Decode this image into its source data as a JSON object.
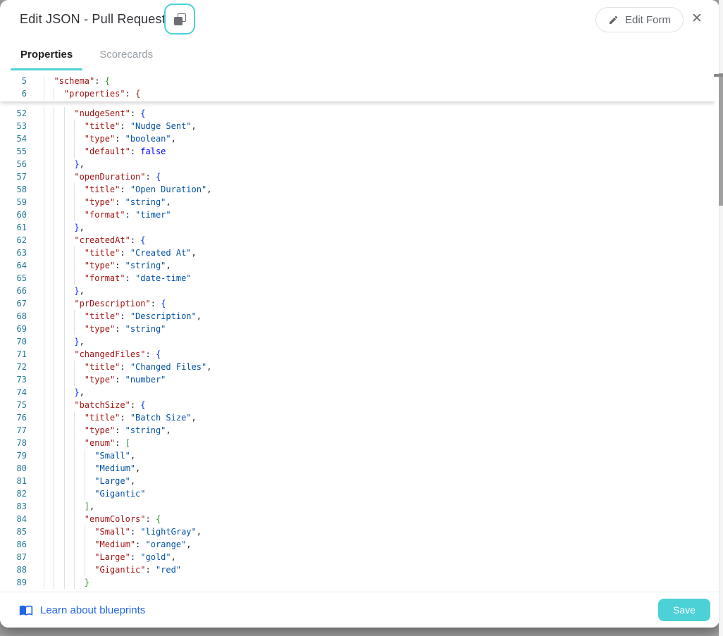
{
  "header": {
    "title": "Edit JSON - Pull Request",
    "edit_form_label": "Edit Form",
    "close_glyph": "✕"
  },
  "icons": {
    "copy": "copy-icon (two overlapping squares)",
    "pencil": "pencil-icon",
    "close": "close-icon",
    "book": "open-book-icon"
  },
  "tabs": [
    {
      "label": "Properties",
      "active": true
    },
    {
      "label": "Scorecards",
      "active": false
    }
  ],
  "footer": {
    "link_label": "Learn about blueprints",
    "save_label": "Save"
  },
  "colors": {
    "accent": "#4bd1d6",
    "link": "#2166e8",
    "ln": "#237893",
    "key": "#a31515",
    "str": "#0451a5",
    "kw": "#0000ff",
    "pn": "#1b1b1b",
    "bb": "#0431fa",
    "bgn": "#319331",
    "bw": "#7b3814",
    "guide": "#e0e0e0"
  },
  "editor": {
    "sticky_lines": [
      {
        "n": 5,
        "tokens": [
          [
            "  ",
            "ws"
          ],
          [
            "\"schema\"",
            "key"
          ],
          [
            ": ",
            "pn"
          ],
          [
            "{",
            "bgn"
          ]
        ]
      },
      {
        "n": 6,
        "tokens": [
          [
            "    ",
            "ws"
          ],
          [
            "\"properties\"",
            "key"
          ],
          [
            ": ",
            "pn"
          ],
          [
            "{",
            "bw"
          ]
        ]
      }
    ],
    "lines": [
      {
        "n": 52,
        "tokens": [
          [
            "      ",
            "ws"
          ],
          [
            "\"nudgeSent\"",
            "key"
          ],
          [
            ": ",
            "pn"
          ],
          [
            "{",
            "bb"
          ]
        ]
      },
      {
        "n": 53,
        "tokens": [
          [
            "        ",
            "ws"
          ],
          [
            "\"title\"",
            "key"
          ],
          [
            ": ",
            "pn"
          ],
          [
            "\"Nudge Sent\"",
            "str"
          ],
          [
            ",",
            "pn"
          ]
        ]
      },
      {
        "n": 54,
        "tokens": [
          [
            "        ",
            "ws"
          ],
          [
            "\"type\"",
            "key"
          ],
          [
            ": ",
            "pn"
          ],
          [
            "\"boolean\"",
            "str"
          ],
          [
            ",",
            "pn"
          ]
        ]
      },
      {
        "n": 55,
        "tokens": [
          [
            "        ",
            "ws"
          ],
          [
            "\"default\"",
            "key"
          ],
          [
            ": ",
            "pn"
          ],
          [
            "false",
            "kw"
          ]
        ]
      },
      {
        "n": 56,
        "tokens": [
          [
            "      ",
            "ws"
          ],
          [
            "}",
            "bb"
          ],
          [
            ",",
            "pn"
          ]
        ]
      },
      {
        "n": 57,
        "tokens": [
          [
            "      ",
            "ws"
          ],
          [
            "\"openDuration\"",
            "key"
          ],
          [
            ": ",
            "pn"
          ],
          [
            "{",
            "bb"
          ]
        ]
      },
      {
        "n": 58,
        "tokens": [
          [
            "        ",
            "ws"
          ],
          [
            "\"title\"",
            "key"
          ],
          [
            ": ",
            "pn"
          ],
          [
            "\"Open Duration\"",
            "str"
          ],
          [
            ",",
            "pn"
          ]
        ]
      },
      {
        "n": 59,
        "tokens": [
          [
            "        ",
            "ws"
          ],
          [
            "\"type\"",
            "key"
          ],
          [
            ": ",
            "pn"
          ],
          [
            "\"string\"",
            "str"
          ],
          [
            ",",
            "pn"
          ]
        ]
      },
      {
        "n": 60,
        "tokens": [
          [
            "        ",
            "ws"
          ],
          [
            "\"format\"",
            "key"
          ],
          [
            ": ",
            "pn"
          ],
          [
            "\"timer\"",
            "str"
          ]
        ]
      },
      {
        "n": 61,
        "tokens": [
          [
            "      ",
            "ws"
          ],
          [
            "}",
            "bb"
          ],
          [
            ",",
            "pn"
          ]
        ]
      },
      {
        "n": 62,
        "tokens": [
          [
            "      ",
            "ws"
          ],
          [
            "\"createdAt\"",
            "key"
          ],
          [
            ": ",
            "pn"
          ],
          [
            "{",
            "bb"
          ]
        ]
      },
      {
        "n": 63,
        "tokens": [
          [
            "        ",
            "ws"
          ],
          [
            "\"title\"",
            "key"
          ],
          [
            ": ",
            "pn"
          ],
          [
            "\"Created At\"",
            "str"
          ],
          [
            ",",
            "pn"
          ]
        ]
      },
      {
        "n": 64,
        "tokens": [
          [
            "        ",
            "ws"
          ],
          [
            "\"type\"",
            "key"
          ],
          [
            ": ",
            "pn"
          ],
          [
            "\"string\"",
            "str"
          ],
          [
            ",",
            "pn"
          ]
        ]
      },
      {
        "n": 65,
        "tokens": [
          [
            "        ",
            "ws"
          ],
          [
            "\"format\"",
            "key"
          ],
          [
            ": ",
            "pn"
          ],
          [
            "\"date-time\"",
            "str"
          ]
        ]
      },
      {
        "n": 66,
        "tokens": [
          [
            "      ",
            "ws"
          ],
          [
            "}",
            "bb"
          ],
          [
            ",",
            "pn"
          ]
        ]
      },
      {
        "n": 67,
        "tokens": [
          [
            "      ",
            "ws"
          ],
          [
            "\"prDescription\"",
            "key"
          ],
          [
            ": ",
            "pn"
          ],
          [
            "{",
            "bb"
          ]
        ]
      },
      {
        "n": 68,
        "tokens": [
          [
            "        ",
            "ws"
          ],
          [
            "\"title\"",
            "key"
          ],
          [
            ": ",
            "pn"
          ],
          [
            "\"Description\"",
            "str"
          ],
          [
            ",",
            "pn"
          ]
        ]
      },
      {
        "n": 69,
        "tokens": [
          [
            "        ",
            "ws"
          ],
          [
            "\"type\"",
            "key"
          ],
          [
            ": ",
            "pn"
          ],
          [
            "\"string\"",
            "str"
          ]
        ]
      },
      {
        "n": 70,
        "tokens": [
          [
            "      ",
            "ws"
          ],
          [
            "}",
            "bb"
          ],
          [
            ",",
            "pn"
          ]
        ]
      },
      {
        "n": 71,
        "tokens": [
          [
            "      ",
            "ws"
          ],
          [
            "\"changedFiles\"",
            "key"
          ],
          [
            ": ",
            "pn"
          ],
          [
            "{",
            "bb"
          ]
        ]
      },
      {
        "n": 72,
        "tokens": [
          [
            "        ",
            "ws"
          ],
          [
            "\"title\"",
            "key"
          ],
          [
            ": ",
            "pn"
          ],
          [
            "\"Changed Files\"",
            "str"
          ],
          [
            ",",
            "pn"
          ]
        ]
      },
      {
        "n": 73,
        "tokens": [
          [
            "        ",
            "ws"
          ],
          [
            "\"type\"",
            "key"
          ],
          [
            ": ",
            "pn"
          ],
          [
            "\"number\"",
            "str"
          ]
        ]
      },
      {
        "n": 74,
        "tokens": [
          [
            "      ",
            "ws"
          ],
          [
            "}",
            "bb"
          ],
          [
            ",",
            "pn"
          ]
        ]
      },
      {
        "n": 75,
        "tokens": [
          [
            "      ",
            "ws"
          ],
          [
            "\"batchSize\"",
            "key"
          ],
          [
            ": ",
            "pn"
          ],
          [
            "{",
            "bb"
          ]
        ]
      },
      {
        "n": 76,
        "tokens": [
          [
            "        ",
            "ws"
          ],
          [
            "\"title\"",
            "key"
          ],
          [
            ": ",
            "pn"
          ],
          [
            "\"Batch Size\"",
            "str"
          ],
          [
            ",",
            "pn"
          ]
        ]
      },
      {
        "n": 77,
        "tokens": [
          [
            "        ",
            "ws"
          ],
          [
            "\"type\"",
            "key"
          ],
          [
            ": ",
            "pn"
          ],
          [
            "\"string\"",
            "str"
          ],
          [
            ",",
            "pn"
          ]
        ]
      },
      {
        "n": 78,
        "tokens": [
          [
            "        ",
            "ws"
          ],
          [
            "\"enum\"",
            "key"
          ],
          [
            ": ",
            "pn"
          ],
          [
            "[",
            "bgn"
          ]
        ]
      },
      {
        "n": 79,
        "tokens": [
          [
            "          ",
            "ws"
          ],
          [
            "\"Small\"",
            "str"
          ],
          [
            ",",
            "pn"
          ]
        ]
      },
      {
        "n": 80,
        "tokens": [
          [
            "          ",
            "ws"
          ],
          [
            "\"Medium\"",
            "str"
          ],
          [
            ",",
            "pn"
          ]
        ]
      },
      {
        "n": 81,
        "tokens": [
          [
            "          ",
            "ws"
          ],
          [
            "\"Large\"",
            "str"
          ],
          [
            ",",
            "pn"
          ]
        ]
      },
      {
        "n": 82,
        "tokens": [
          [
            "          ",
            "ws"
          ],
          [
            "\"Gigantic\"",
            "str"
          ]
        ]
      },
      {
        "n": 83,
        "tokens": [
          [
            "        ",
            "ws"
          ],
          [
            "]",
            "bgn"
          ],
          [
            ",",
            "pn"
          ]
        ]
      },
      {
        "n": 84,
        "tokens": [
          [
            "        ",
            "ws"
          ],
          [
            "\"enumColors\"",
            "key"
          ],
          [
            ": ",
            "pn"
          ],
          [
            "{",
            "bgn"
          ]
        ]
      },
      {
        "n": 85,
        "tokens": [
          [
            "          ",
            "ws"
          ],
          [
            "\"Small\"",
            "key"
          ],
          [
            ": ",
            "pn"
          ],
          [
            "\"lightGray\"",
            "str"
          ],
          [
            ",",
            "pn"
          ]
        ]
      },
      {
        "n": 86,
        "tokens": [
          [
            "          ",
            "ws"
          ],
          [
            "\"Medium\"",
            "key"
          ],
          [
            ": ",
            "pn"
          ],
          [
            "\"orange\"",
            "str"
          ],
          [
            ",",
            "pn"
          ]
        ]
      },
      {
        "n": 87,
        "tokens": [
          [
            "          ",
            "ws"
          ],
          [
            "\"Large\"",
            "key"
          ],
          [
            ": ",
            "pn"
          ],
          [
            "\"gold\"",
            "str"
          ],
          [
            ",",
            "pn"
          ]
        ]
      },
      {
        "n": 88,
        "tokens": [
          [
            "          ",
            "ws"
          ],
          [
            "\"Gigantic\"",
            "key"
          ],
          [
            ": ",
            "pn"
          ],
          [
            "\"red\"",
            "str"
          ]
        ]
      },
      {
        "n": 89,
        "tokens": [
          [
            "        ",
            "ws"
          ],
          [
            "}",
            "bgn"
          ]
        ]
      }
    ]
  }
}
